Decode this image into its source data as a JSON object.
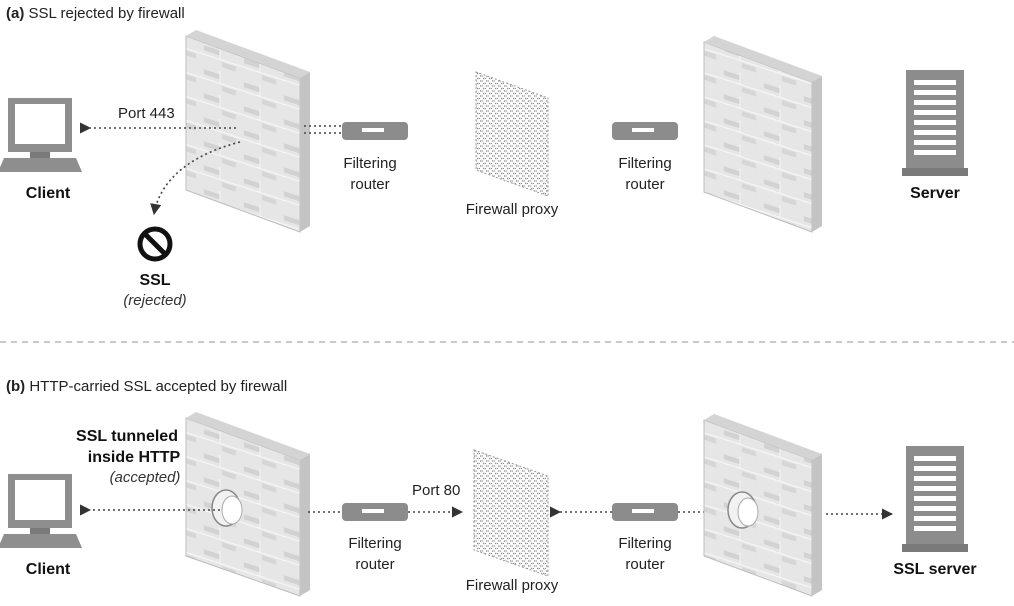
{
  "panel_a": {
    "title_tag": "(a)",
    "title": "SSL rejected by firewall",
    "client_label": "Client",
    "port_label": "Port 443",
    "router1_label_line1": "Filtering",
    "router1_label_line2": "router",
    "proxy_label": "Firewall proxy",
    "router2_label_line1": "Filtering",
    "router2_label_line2": "router",
    "server_label": "Server",
    "ssl_label": "SSL",
    "ssl_status": "(rejected)"
  },
  "panel_b": {
    "title_tag": "(b)",
    "title": "HTTP-carried SSL accepted by firewall",
    "tunnel_line1": "SSL tunneled",
    "tunnel_line2": "inside HTTP",
    "tunnel_status": "(accepted)",
    "client_label": "Client",
    "port_label": "Port 80",
    "router1_label_line1": "Filtering",
    "router1_label_line2": "router",
    "proxy_label": "Firewall proxy",
    "router2_label_line1": "Filtering",
    "router2_label_line2": "router",
    "server_label": "SSL server"
  },
  "colors": {
    "wall_face": "#e4e4e4",
    "wall_side": "#c8c8c8",
    "wall_top": "#d6d6d6",
    "device": "#8c8c8c",
    "line": "#444444"
  }
}
